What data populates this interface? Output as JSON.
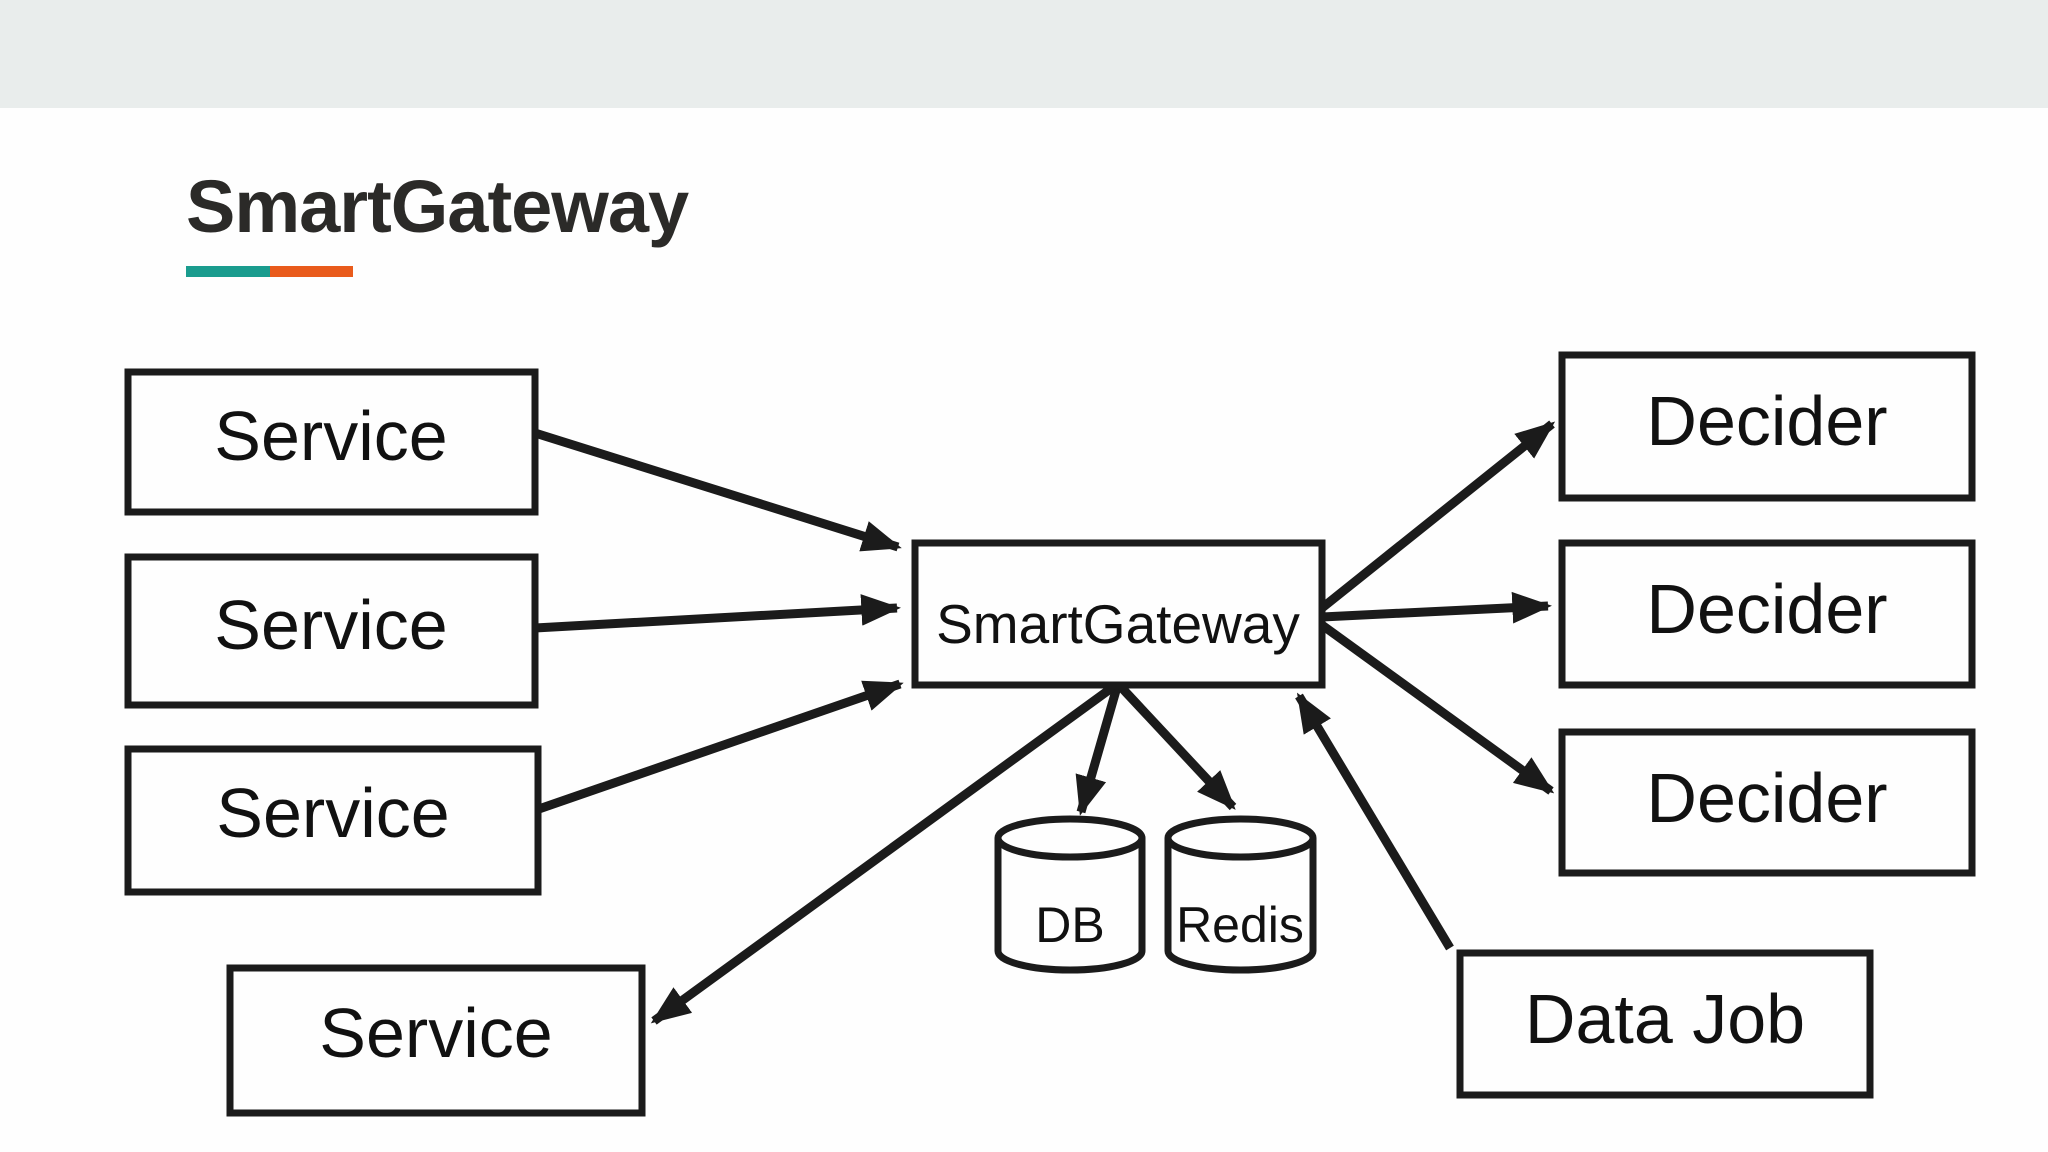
{
  "slide": {
    "background": "#fefefe",
    "top_band_color": "#e9edec",
    "ink_color": "#1b1b1b"
  },
  "header": {
    "title": "SmartGateway",
    "underline_teal_color": "#1a9c8e",
    "underline_orange_color": "#e95b1b"
  },
  "diagram": {
    "nodes": {
      "service_top": {
        "label": "Service"
      },
      "service_mid": {
        "label": "Service"
      },
      "service_low": {
        "label": "Service"
      },
      "service_bottom": {
        "label": "Service"
      },
      "gateway": {
        "label": "SmartGateway"
      },
      "decider_top": {
        "label": "Decider"
      },
      "decider_mid": {
        "label": "Decider"
      },
      "decider_bottom": {
        "label": "Decider"
      },
      "data_job": {
        "label": "Data Job"
      },
      "db": {
        "label": "DB"
      },
      "redis": {
        "label": "Redis"
      }
    }
  }
}
